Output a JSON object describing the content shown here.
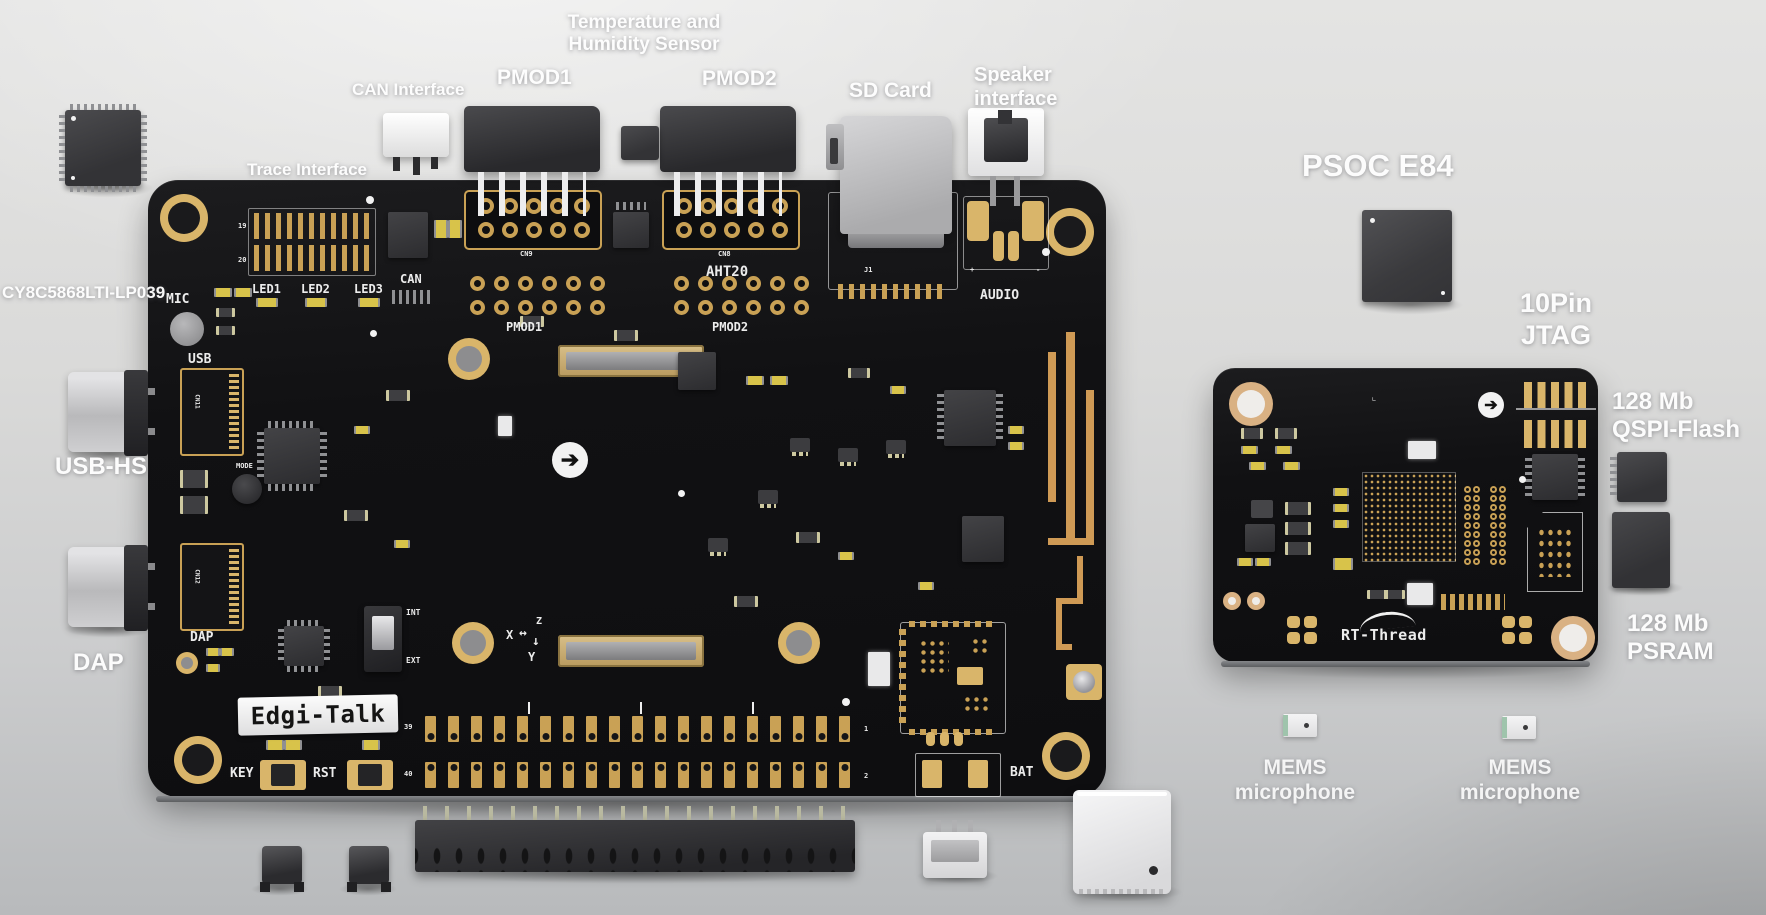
{
  "annotations": {
    "temp_humidity": {
      "line1": "Temperature and",
      "line2": "Humidity Sensor"
    },
    "can_interface": "CAN Interface",
    "trace_interface": "Trace Interface",
    "pmod1": "PMOD1",
    "pmod2": "PMOD2",
    "sd_card": "SD Card",
    "speaker_interface": {
      "line1": "Speaker",
      "line2": "interface"
    },
    "mcu_part": "CY8C5868LTI-LP039",
    "usb_hs": "USB-HS",
    "dap": "DAP",
    "psoc": "PSOC E84",
    "jtag": {
      "line1": "10Pin",
      "line2": "JTAG"
    },
    "qspi_flash": {
      "line1": "128 Mb",
      "line2": "QSPI-Flash"
    },
    "psram": {
      "line1": "128 Mb",
      "line2": "PSRAM"
    },
    "mems_mic_1": {
      "line1": "MEMS",
      "line2": "microphone"
    },
    "mems_mic_2": {
      "line1": "MEMS",
      "line2": "microphone"
    }
  },
  "main_board": {
    "silkscreen": {
      "mic": "MIC",
      "usb": "USB",
      "mode": "MODE",
      "dap": "DAP",
      "can": "CAN",
      "led1": "LED1",
      "led2": "LED2",
      "led3": "LED3",
      "cn9": "CN9",
      "cn8": "CN8",
      "cn11": "CN11",
      "cn12": "CN12",
      "aht20": "AHT20",
      "pmod1": "PMOD1",
      "pmod2": "PMOD2",
      "j1": "J1",
      "audio": "AUDIO",
      "int": "INT",
      "ext": "EXT",
      "key": "KEY",
      "rst": "RST",
      "bat": "BAT",
      "brand": "Edgi-Talk",
      "pin19": "19",
      "pin20": "20",
      "pin39": "39",
      "pin40": "40",
      "pin1": "1",
      "pin2": "2",
      "axis_x": "X",
      "axis_y": "Y",
      "axis_z": "Z",
      "audio_plus": "+",
      "audio_minus": "-"
    }
  },
  "daughter_board": {
    "silkscreen": {
      "logo": "RT-Thread"
    }
  },
  "colors": {
    "pcb_black": "#131315",
    "pad_gold": "#c9a155",
    "antenna_copper": "#cf9a55",
    "silkscreen_white": "#ececec",
    "background_light": "#e4e4e3",
    "background_dark": "#b8babc"
  }
}
